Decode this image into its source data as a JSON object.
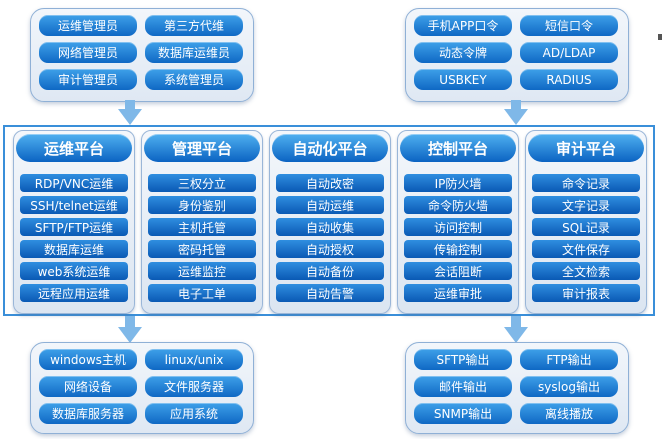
{
  "top_left": {
    "items": [
      "运维管理员",
      "第三方代维",
      "网络管理员",
      "数据库运维员",
      "审计管理员",
      "系统管理员"
    ]
  },
  "top_right": {
    "items": [
      "手机APP口令",
      "短信口令",
      "动态令牌",
      "AD/LDAP",
      "USBKEY",
      "RADIUS"
    ]
  },
  "platforms": [
    {
      "title": "运维平台",
      "items": [
        "RDP/VNC运维",
        "SSH/telnet运维",
        "SFTP/FTP运维",
        "数据库运维",
        "web系统运维",
        "远程应用运维"
      ]
    },
    {
      "title": "管理平台",
      "items": [
        "三权分立",
        "身份鉴别",
        "主机托管",
        "密码托管",
        "运维监控",
        "电子工单"
      ]
    },
    {
      "title": "自动化平台",
      "items": [
        "自动改密",
        "自动运维",
        "自动收集",
        "自动授权",
        "自动备份",
        "自动告警"
      ]
    },
    {
      "title": "控制平台",
      "items": [
        "IP防火墙",
        "命令防火墙",
        "访问控制",
        "传输控制",
        "会话阻断",
        "运维审批"
      ]
    },
    {
      "title": "审计平台",
      "items": [
        "命令记录",
        "文字记录",
        "SQL记录",
        "文件保存",
        "全文检索",
        "审计报表"
      ]
    }
  ],
  "bottom_left": {
    "items": [
      "windows主机",
      "linux/unix",
      "网络设备",
      "文件服务器",
      "数据库服务器",
      "应用系统"
    ]
  },
  "bottom_right": {
    "items": [
      "SFTP输出",
      "FTP输出",
      "邮件输出",
      "syslog输出",
      "SNMP输出",
      "离线播放"
    ]
  },
  "colors": {
    "pill_top": "#3ea0e9",
    "pill_bottom": "#0f68c4",
    "frame": "#3a8fd9",
    "arrow": "#7fb8e8"
  }
}
